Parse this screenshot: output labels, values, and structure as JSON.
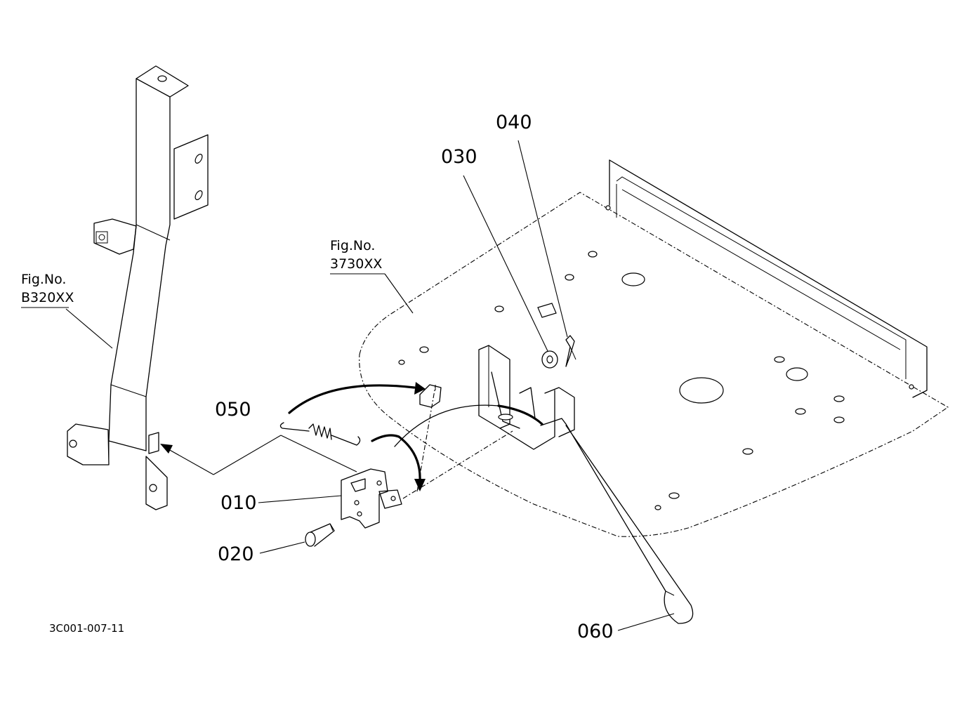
{
  "diagram": {
    "callouts": {
      "p010": "010",
      "p020": "020",
      "p030": "030",
      "p040": "040",
      "p050": "050",
      "p060": "060"
    },
    "figure_refs": {
      "left_line1": "Fig.No.",
      "left_line2": "B320XX",
      "right_line1": "Fig.No.",
      "right_line2": "3730XX"
    },
    "drawing_code": "3C001-007-11"
  }
}
